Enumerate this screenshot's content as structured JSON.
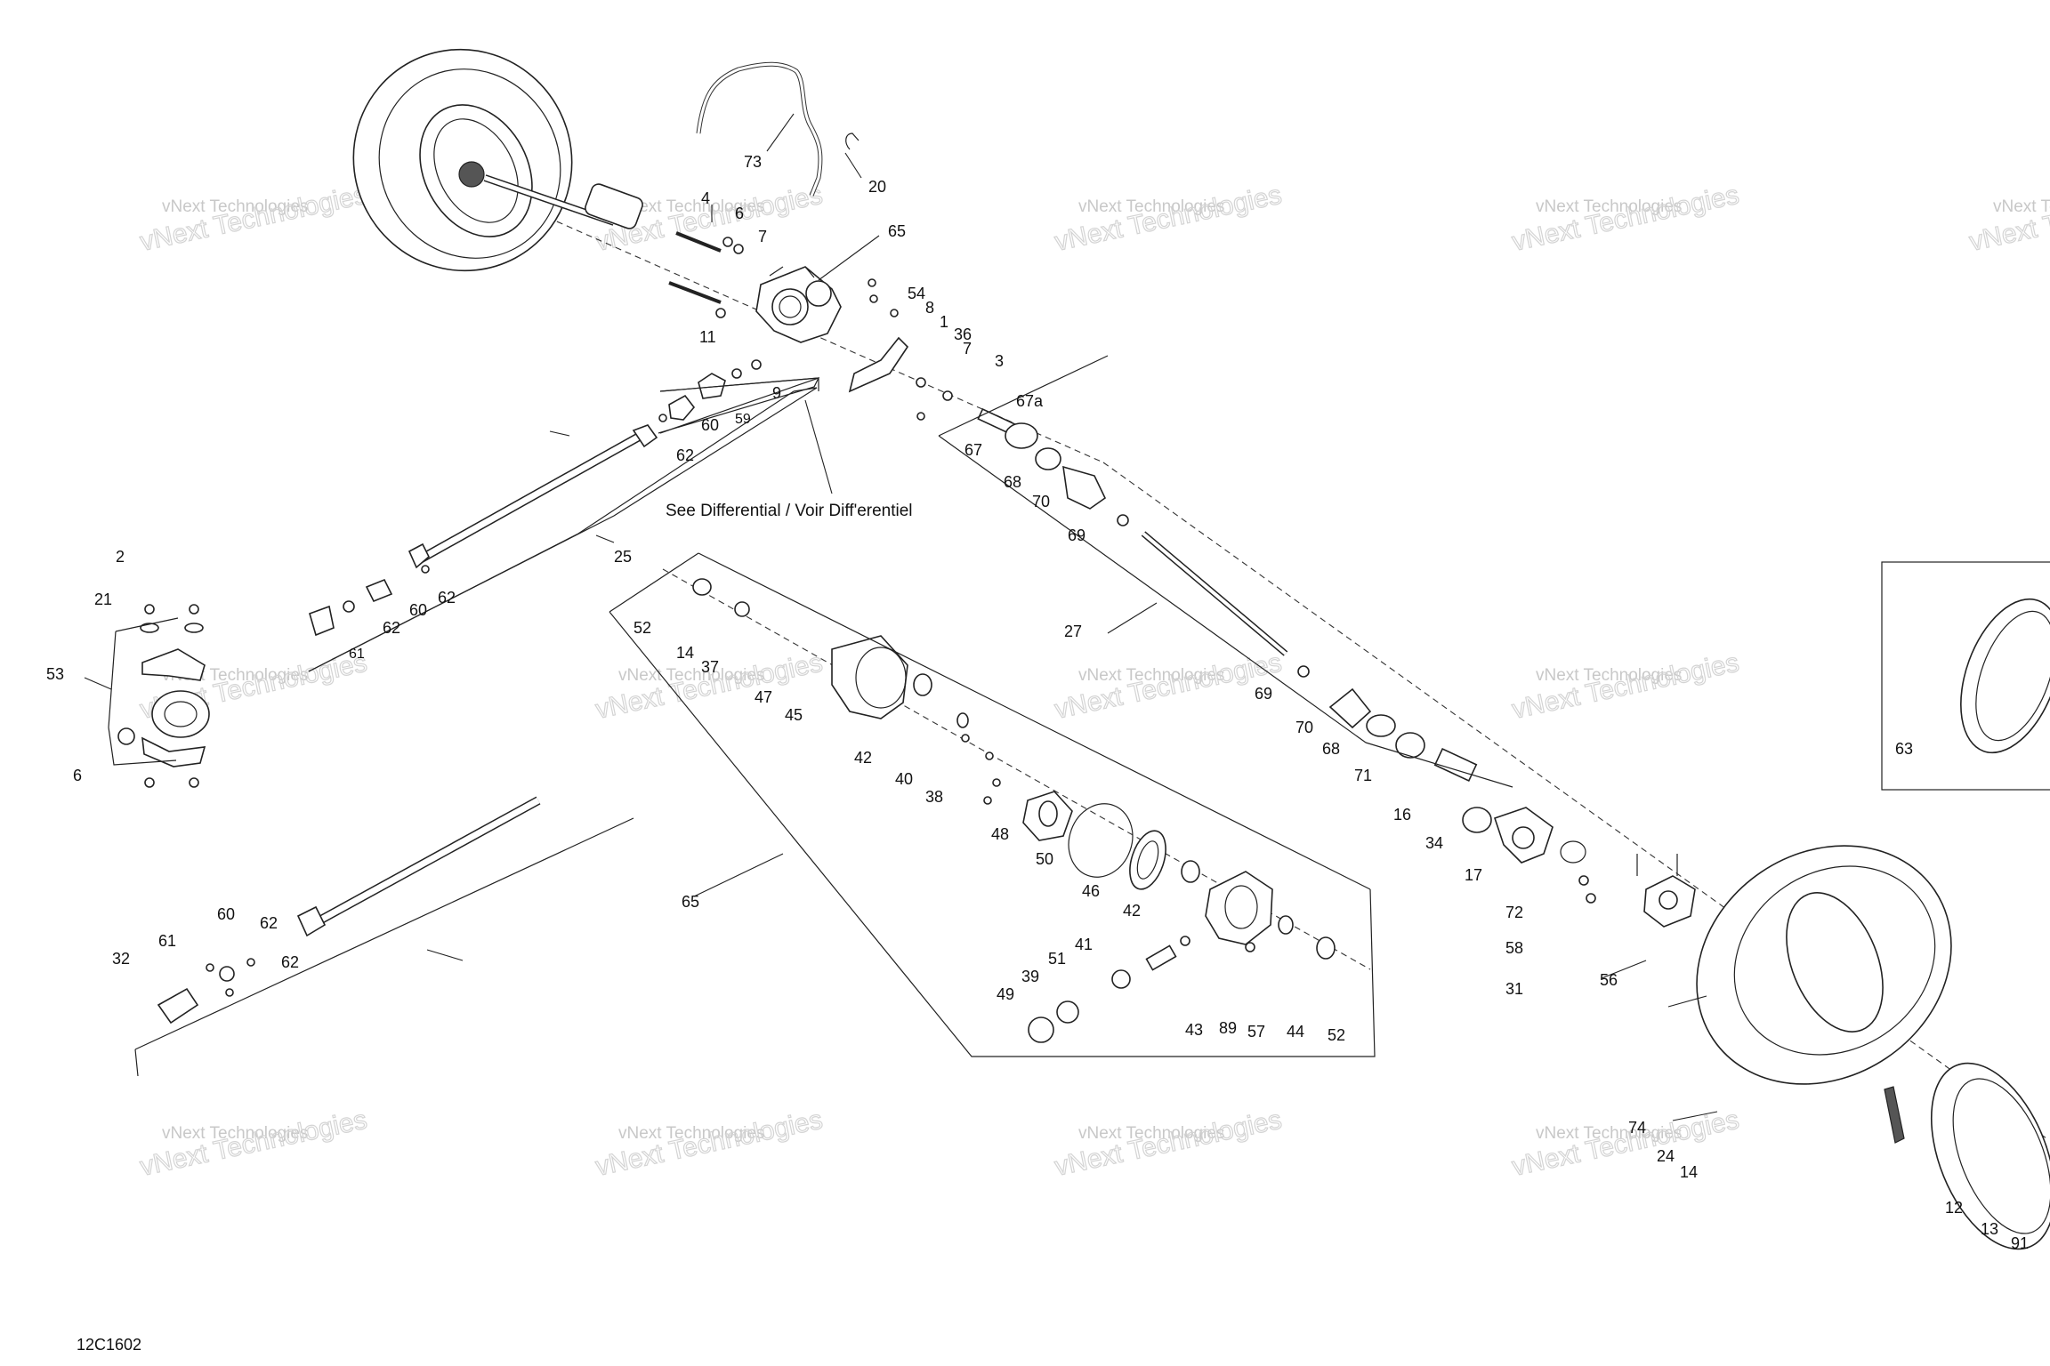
{
  "drawing_code": "12C1602",
  "notes": {
    "see_differential": "See Differential / Voir Diff'erentiel"
  },
  "watermark": {
    "line1": "vNext Technologies",
    "line2": "Technologies"
  },
  "part_labels": [
    "73",
    "20",
    "4",
    "6",
    "7",
    "65",
    "54",
    "8",
    "1",
    "36",
    "7",
    "3",
    "11",
    "9",
    "59",
    "60",
    "62",
    "67a",
    "67",
    "68",
    "70",
    "69",
    "See",
    "2",
    "21",
    "53",
    "6",
    "25",
    "62",
    "60",
    "62",
    "61",
    "52",
    "14",
    "37",
    "47",
    "45",
    "42",
    "40",
    "38",
    "48",
    "50",
    "46",
    "42",
    "41",
    "51",
    "39",
    "49",
    "43",
    "89",
    "57",
    "44",
    "52",
    "65",
    "27",
    "69",
    "70",
    "68",
    "71",
    "16",
    "34",
    "17",
    "72",
    "58",
    "31",
    "56",
    "74",
    "24",
    "14",
    "12",
    "13",
    "91",
    "63",
    "60",
    "62",
    "62",
    "61",
    "32"
  ]
}
